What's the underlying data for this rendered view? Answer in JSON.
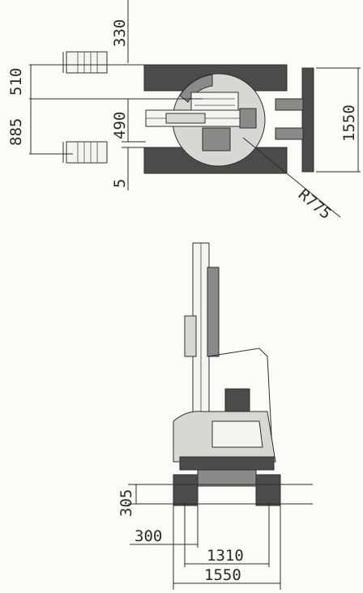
{
  "top_view": {
    "dimensions": {
      "tail_offset": "330",
      "upper_offset": "510",
      "boom_offset": "885",
      "track_gap": "490",
      "lower_offset": "5",
      "blade_width": "1550",
      "swing_radius": "R775"
    }
  },
  "front_view": {
    "dimensions": {
      "ground_clearance": "305",
      "track_shoe_width": "300",
      "track_gauge": "1310",
      "overall_width": "1550"
    }
  },
  "colors": {
    "ink": "#2d2d2d",
    "dark_fill": "#4b4b4b",
    "mid_fill": "#8a8a8a",
    "light_fill": "#d7d7d3",
    "paper": "#fbfbf8"
  }
}
